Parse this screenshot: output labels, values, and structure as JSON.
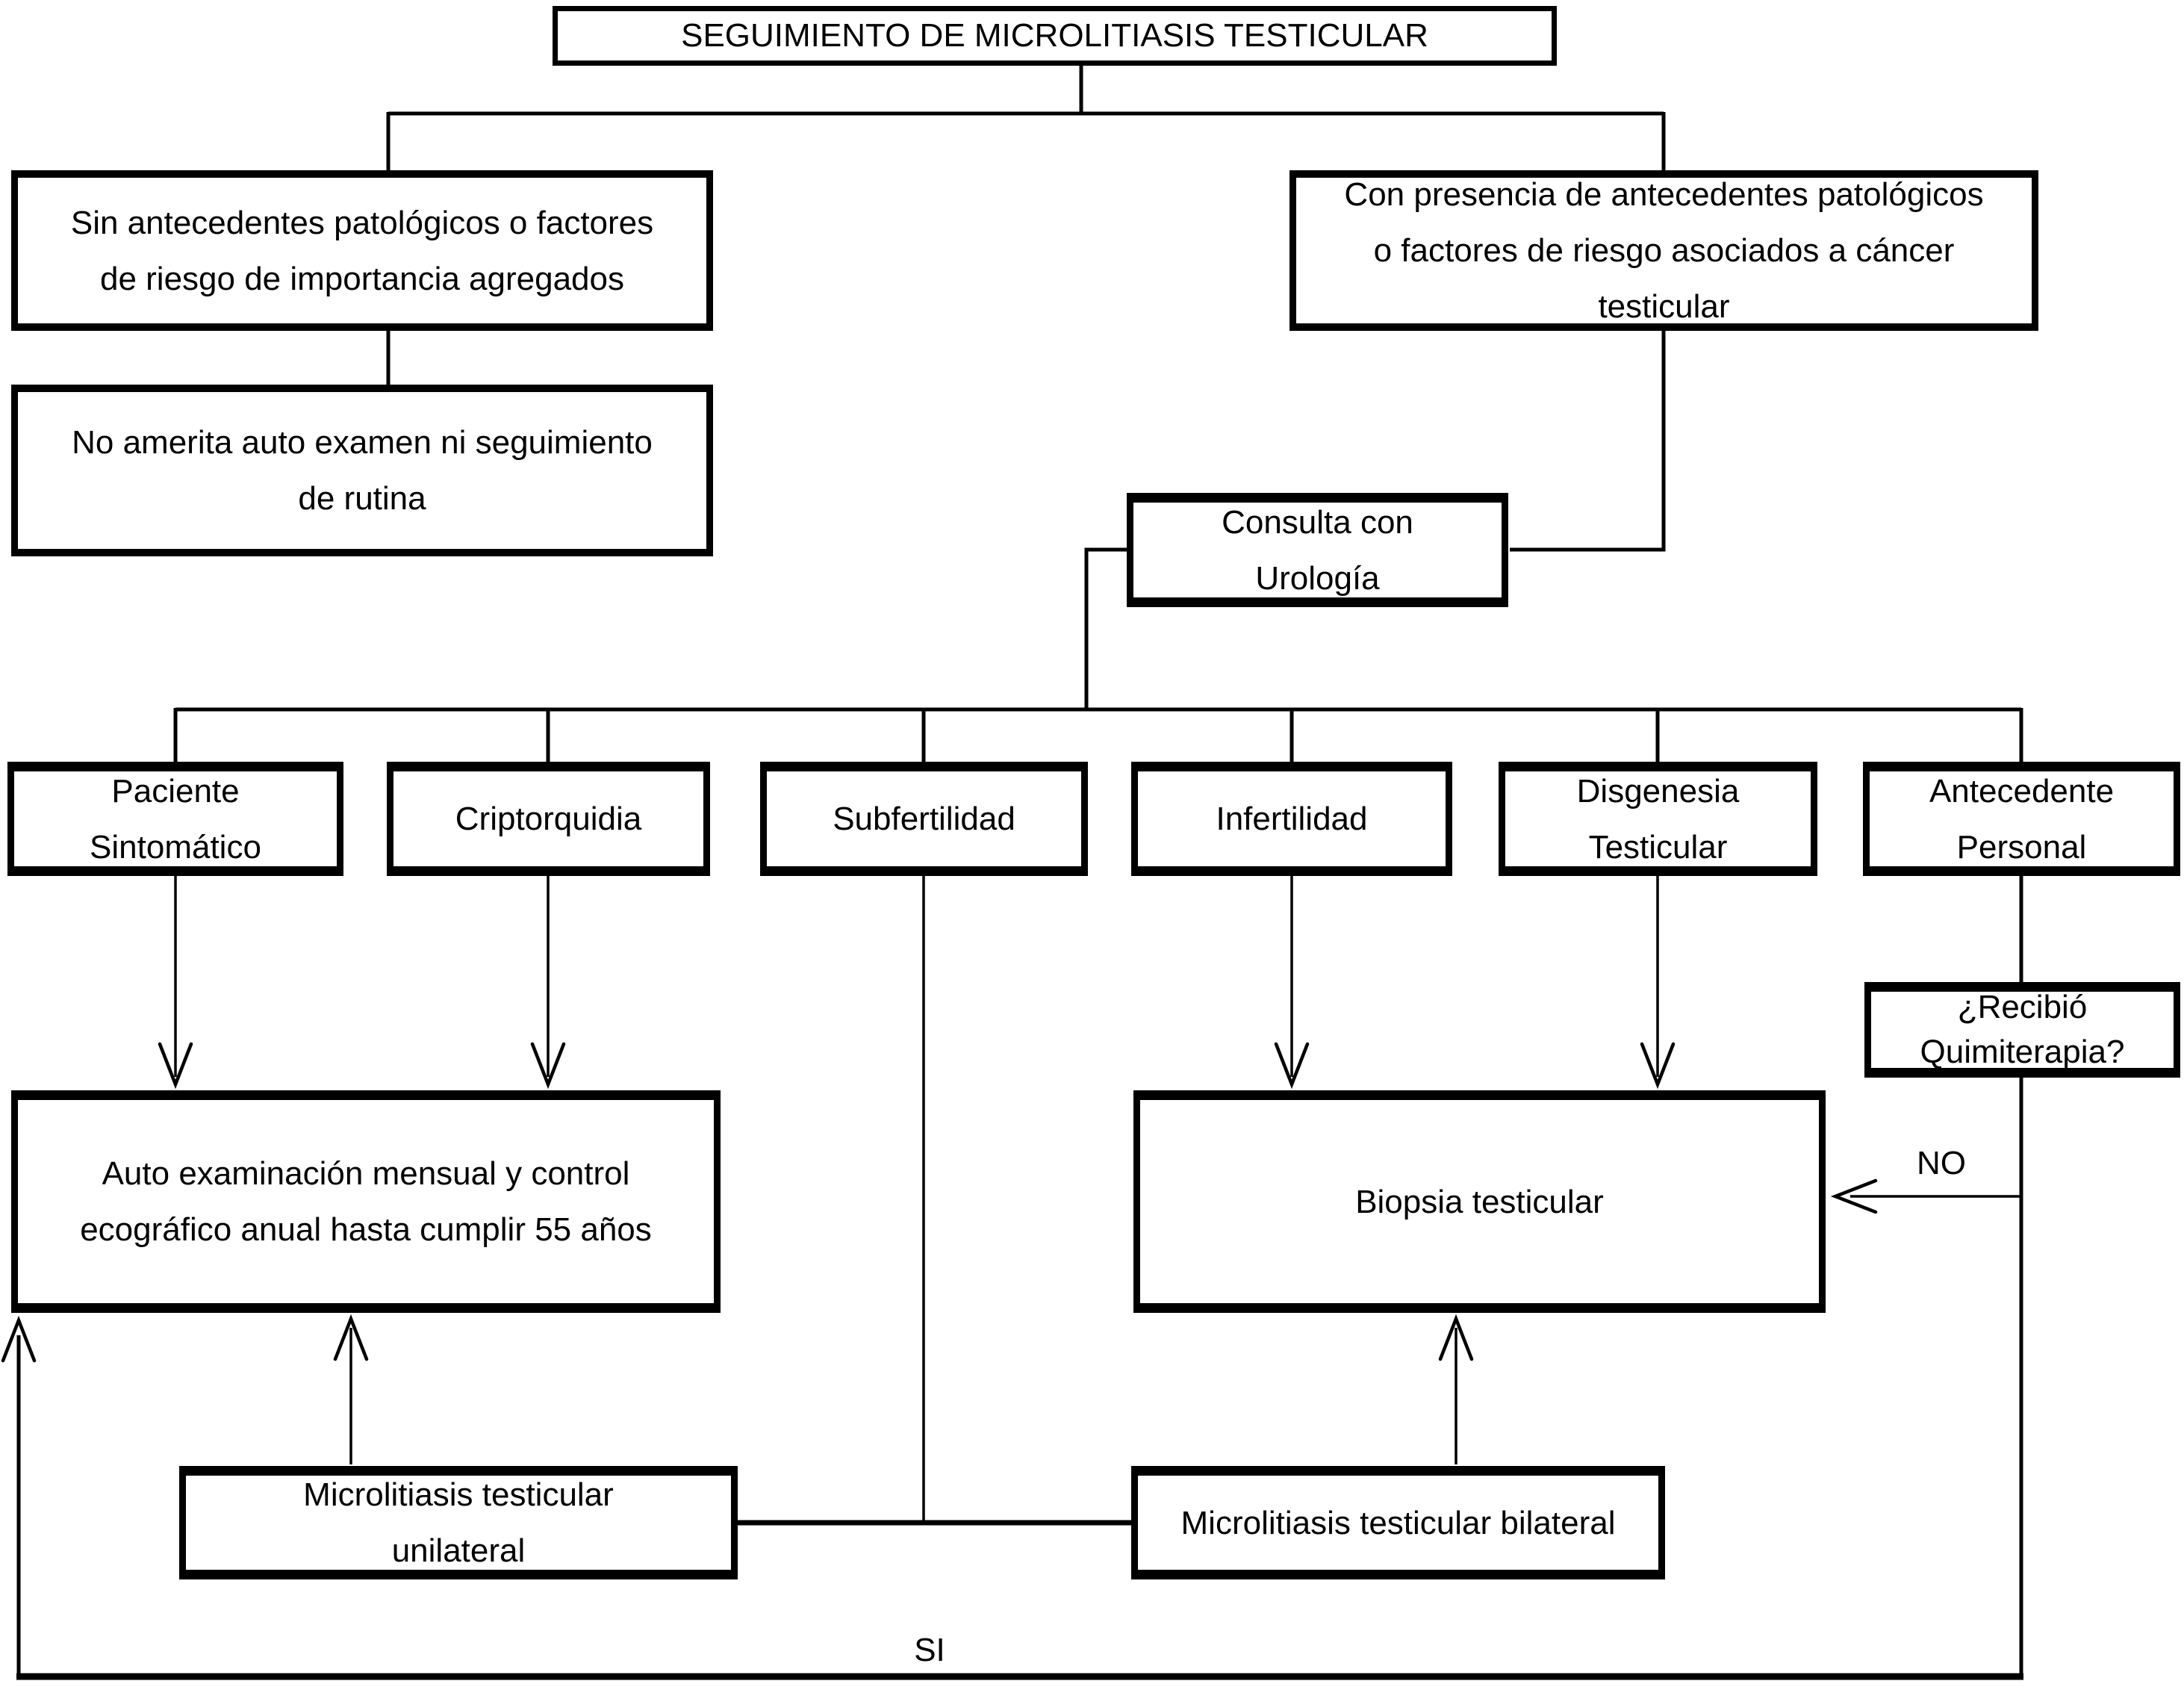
{
  "diagram": {
    "title": "SEGUIMIENTO DE MICROLITIASIS TESTICULAR",
    "nodes": {
      "sin_antecedentes": {
        "label": "Sin antecedentes patológicos o factores\nde riesgo de importancia agregados"
      },
      "no_amerita": {
        "label": "No amerita auto examen ni seguimiento\nde rutina"
      },
      "con_antecedentes": {
        "label": "Con presencia de antecedentes patológicos\no factores de riesgo asociados a cáncer\ntesticular"
      },
      "consulta_urologia": {
        "label": "Consulta con\nUrología"
      },
      "paciente_sintomatico": {
        "label": "Paciente\nSintomático"
      },
      "criptorquidia": {
        "label": "Criptorquidia"
      },
      "subfertilidad": {
        "label": "Subfertilidad"
      },
      "infertilidad": {
        "label": "Infertilidad"
      },
      "disgenesia_testicular": {
        "label": "Disgenesia\nTesticular"
      },
      "antecedente_personal": {
        "label": "Antecedente\nPersonal"
      },
      "recibio_quimiterapia": {
        "label": "¿Recibió\nQuimiterapia?"
      },
      "auto_examinacion": {
        "label": "Auto examinación mensual y control\necográfico anual hasta cumplir 55 años"
      },
      "biopsia_testicular": {
        "label": "Biopsia testicular"
      },
      "microlitiasis_unilateral": {
        "label": "Microlitiasis testicular\nunilateral"
      },
      "microlitiasis_bilateral": {
        "label": "Microlitiasis testicular bilateral"
      }
    },
    "edge_labels": {
      "no": "NO",
      "si": "SI"
    },
    "colors": {
      "line": "#000000",
      "text": "#000000",
      "background": "#ffffff"
    }
  }
}
